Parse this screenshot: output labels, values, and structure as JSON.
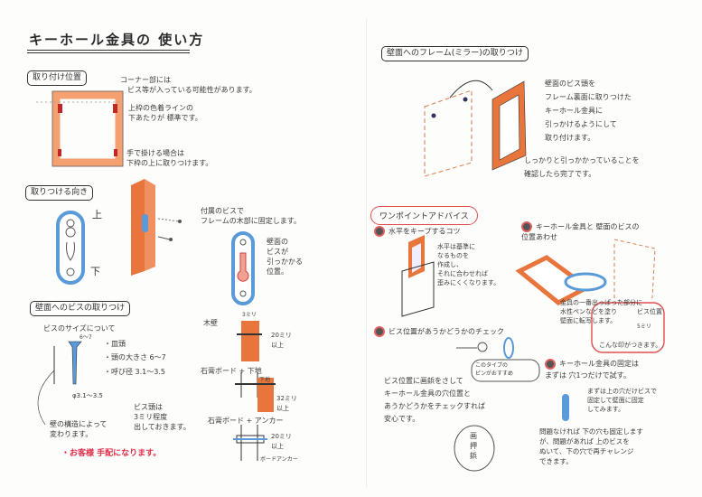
{
  "title": "キーホール金具の 使い方",
  "left": {
    "position": {
      "heading": "取り付け位置",
      "note_corner": "コーナー部には\n　ビス等が入っている可能性があります。",
      "note_top": "上枠の色着ラインの\n下あたりが 標準です。",
      "note_bottom": "手で掛ける場合は\n下枠の上に取りつけます。"
    },
    "orientation": {
      "heading": "取りつける向き",
      "up": "上",
      "down": "下",
      "note_screw": "付属のビスで\nフレームの木部に固定します。",
      "note_hook": "壁面の\nビスが\n引っかかる\n位置。"
    },
    "wall_screw": {
      "heading": "壁面へのビスの取りつけ",
      "size_heading": "ビスのサイズについて",
      "head_dim": "6〜7",
      "specs": [
        "・皿頭",
        "・頭の大きさ 6〜7",
        "・呼び径 3.1〜3.5"
      ],
      "diameter": "φ3.1〜3.5",
      "note_structure": "壁の構造によって\n変わります。",
      "note_customer": "・お客様 手配になります。",
      "note_head": "ビス頭は\n3ミリ程度\n出しておきます。",
      "wood_wall": "木壁",
      "wood_gap": "3ミリ",
      "wood_len": "20ミリ\n以上",
      "board_base": "石膏ボード + 下地",
      "base_label": "下地",
      "base_len": "32ミリ\n以上",
      "board_anchor": "石膏ボード + アンカー",
      "anchor_len": "20ミリ\n以上",
      "anchor_label": "ボードアンカー"
    }
  },
  "right": {
    "mounting": {
      "heading": "壁面へのフレーム(ミラー)の取りつけ",
      "text": "壁面のビス頭を\nフレーム裏面に取りつけた\nキーホール金具に\n引っかけるようにして\n取り付けます。",
      "text2": "しっかりと引っかかっていることを\n確認したら完了です。"
    },
    "advice": {
      "heading": "ワンポイントアドバイス",
      "tip1_title": "水平をキープするコツ",
      "tip1_text": "水平は基準に\nなるものを\n作成し、\nそれに合わせれば\n歪みにくくなります。",
      "tip2_title": "キーホール金具と 壁面のビスの\n位置あわせ",
      "tip2_text": "金具の一番出っぱった部分に\n水性ペンなどを塗り\n壁面に転写します。",
      "tip2_mark": "ビス位置",
      "tip2_dim": "5ミリ",
      "tip2_result": "こんな印がつきます。",
      "tip3_title": "ビス位置があうかどうかのチェック",
      "tip3_bubble": "このタイプの\nピンがおすすめ",
      "tip3_text": "ビス位置に画鋲をさして\nキーホール金具の穴位置と\nあうかどうかをチェックすれば\n安心です。",
      "tip3_pin": "画\n押\n鋲",
      "tip4_title": "キーホール金具の固定は\nまずは 穴1つだけで試す。",
      "tip4_note": "まずは上の穴だけビスで\n固定して壁面に固定\nしてみます。",
      "tip4_text": "問題なければ 下の穴も固定します\nが、問題があれば 上のビスを\nぬいて、下の穴で再チャレンジ\nできます。"
    }
  },
  "colors": {
    "wood": "#f08a50",
    "metal": "#5a9ad8",
    "accent": "#e0304a"
  }
}
